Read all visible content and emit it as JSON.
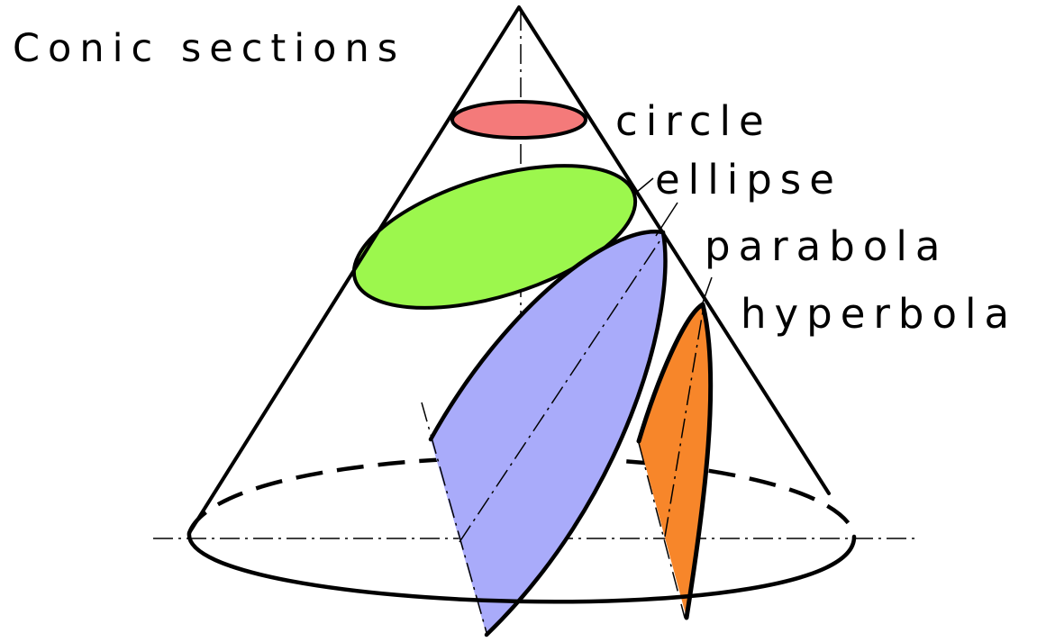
{
  "title": "Conic sections",
  "sections": {
    "circle": {
      "label": "circle",
      "color": "#f47a7a"
    },
    "ellipse": {
      "label": "ellipse",
      "color": "#9cf74d"
    },
    "parabola": {
      "label": "parabola",
      "color": "#a9abfa"
    },
    "hyperbola": {
      "label": "hyperbola",
      "color": "#f7862a"
    }
  }
}
